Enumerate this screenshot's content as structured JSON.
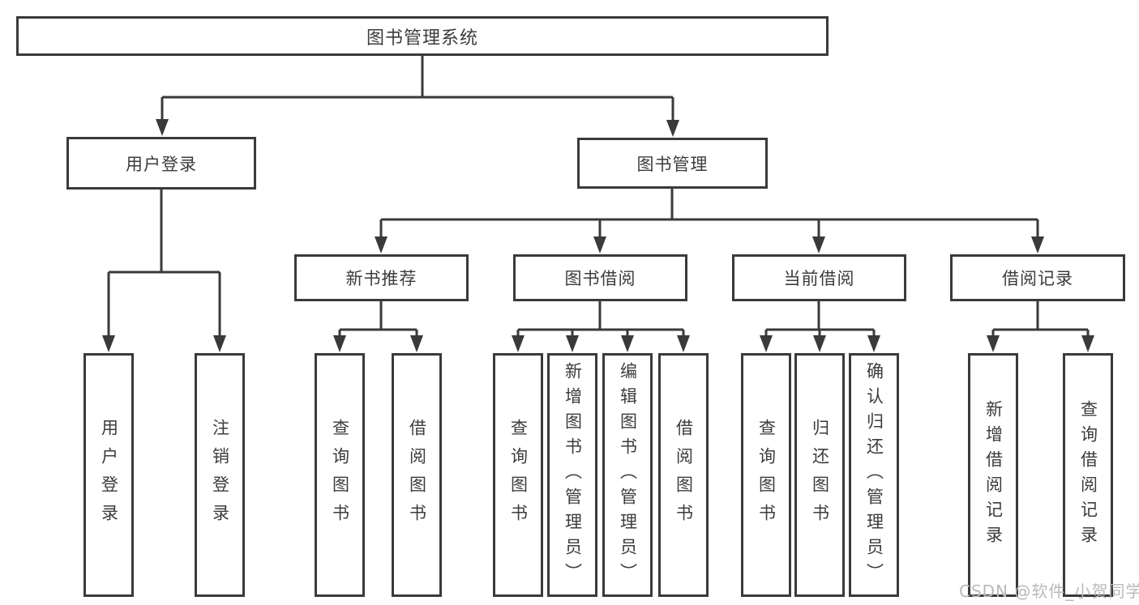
{
  "root": {
    "label": "图书管理系统"
  },
  "level1": [
    {
      "label": "用户登录"
    },
    {
      "label": "图书管理"
    }
  ],
  "level2": [
    {
      "label": "新书推荐"
    },
    {
      "label": "图书借阅"
    },
    {
      "label": "当前借阅"
    },
    {
      "label": "借阅记录"
    }
  ],
  "leaves": {
    "user_login": [
      "用户登录",
      "注销登录"
    ],
    "new_books": [
      "查询图书",
      "借阅图书"
    ],
    "book_borrowing": [
      "查询图书",
      "新增图书（管理员）",
      "编辑图书（管理员）",
      "借阅图书"
    ],
    "current_borrowing": [
      "查询图书",
      "归还图书",
      "确认归还（管理员）"
    ],
    "borrow_records": [
      "新增借阅记录",
      "查询借阅记录"
    ]
  },
  "watermark": "CSDN @软件_小贺同学",
  "colors": {
    "line": "#3a3a3a",
    "text": "#3c3c3c",
    "background": "#ffffff",
    "watermark": "#b9b9b9"
  }
}
